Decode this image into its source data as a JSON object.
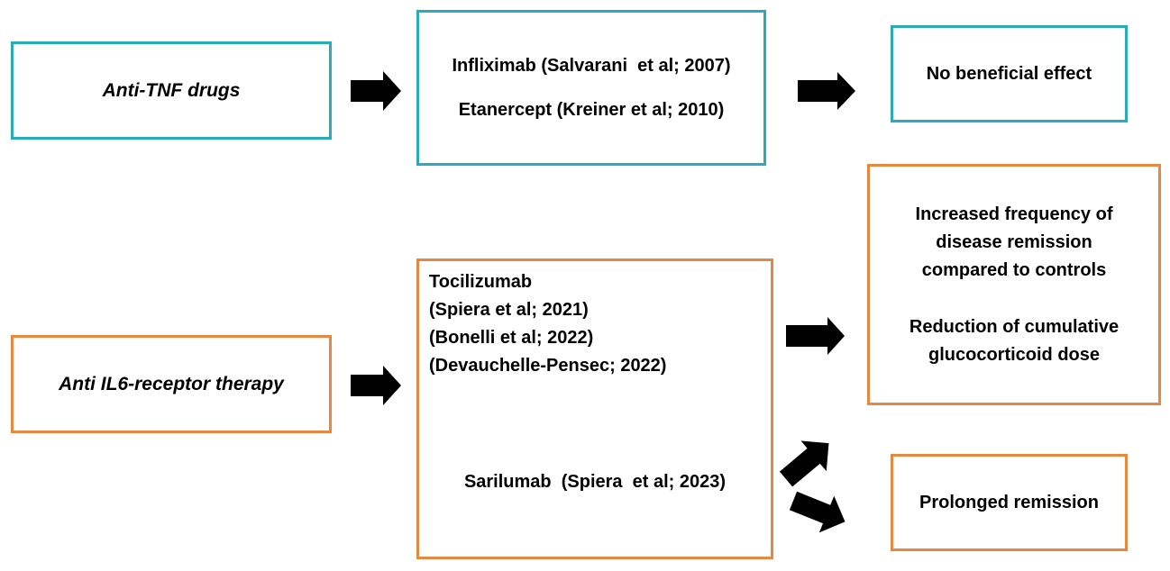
{
  "colors": {
    "teal": "#2AACB8",
    "orange": "#E8873F",
    "arrow": "#000000"
  },
  "anti_tnf": {
    "category": "Anti-TNF drugs",
    "drugs": [
      "Infliximab (Salvarani  et al; 2007)",
      "Etanercept (Kreiner et al; 2010)"
    ],
    "outcome": "No beneficial effect"
  },
  "anti_il6": {
    "category": "Anti IL6-receptor therapy",
    "tocilizumab": {
      "name": "Tocilizumab",
      "refs": [
        "(Spiera et al; 2021)",
        "(Bonelli et al; 2022)",
        "(Devauchelle-Pensec; 2022)"
      ]
    },
    "sarilumab": "Sarilumab  (Spiera  et al; 2023)",
    "outcome_main": [
      "Increased frequency of",
      "disease remission",
      "compared to controls"
    ],
    "outcome_secondary": [
      "Reduction of cumulative",
      "glucocorticoid dose"
    ],
    "outcome_prolonged": "Prolonged remission"
  }
}
